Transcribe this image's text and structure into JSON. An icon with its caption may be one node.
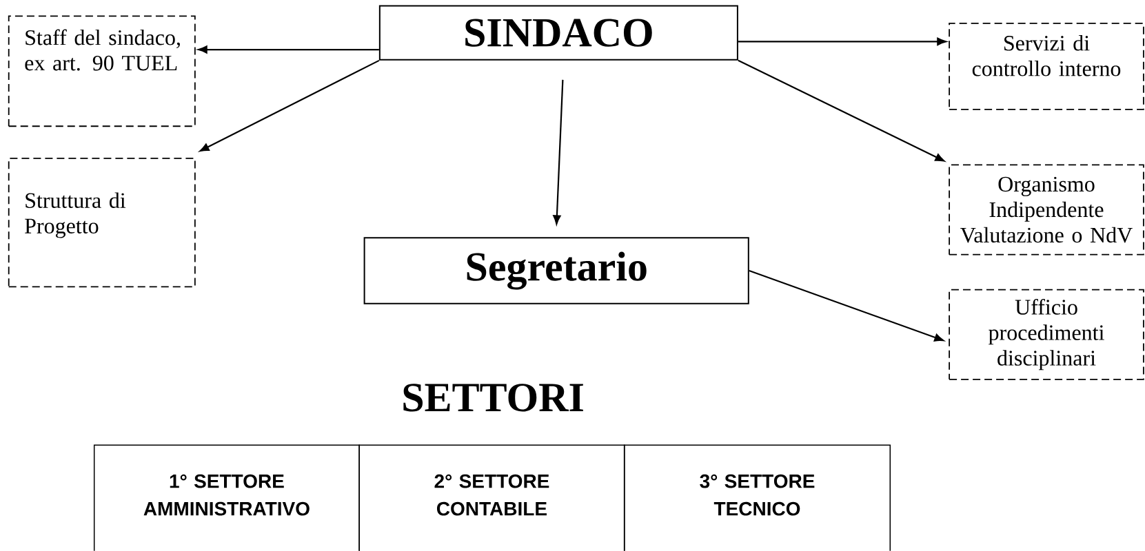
{
  "diagram": {
    "nodes": [
      {
        "text": [
          "SINDACO"
        ]
      },
      {
        "text": [
          "Staff del sindaco, ex art. 90 TUEL"
        ]
      },
      {
        "text": [
          "Struttura di Progetto"
        ]
      },
      {
        "text": [
          "Servizi di controllo interno"
        ]
      },
      {
        "text": [
          "Organismo Indipendente Valutazione o NdV"
        ]
      },
      {
        "text": [
          "Segretario"
        ]
      },
      {
        "text": [
          "Ufficio procedimenti disciplinari"
        ]
      },
      {
        "text": [
          "1° SETTORE AMMINISTRATIVO"
        ]
      },
      {
        "text": [
          "2° SETTORE CONTABILE"
        ]
      },
      {
        "text": [
          "3° SETTORE TECNICO"
        ]
      }
    ],
    "edges": [
      {
        "from": 0,
        "to": 1,
        "arrow": "to"
      },
      {
        "from": 0,
        "to": 2,
        "arrow": "to"
      },
      {
        "from": 0,
        "to": 5,
        "arrow": "to"
      },
      {
        "from": 0,
        "to": 3,
        "arrow": "to"
      },
      {
        "from": 0,
        "to": 4,
        "arrow": "to"
      },
      {
        "from": 5,
        "to": 6,
        "arrow": "to"
      }
    ],
    "labels": [
      "SETTORI"
    ]
  }
}
